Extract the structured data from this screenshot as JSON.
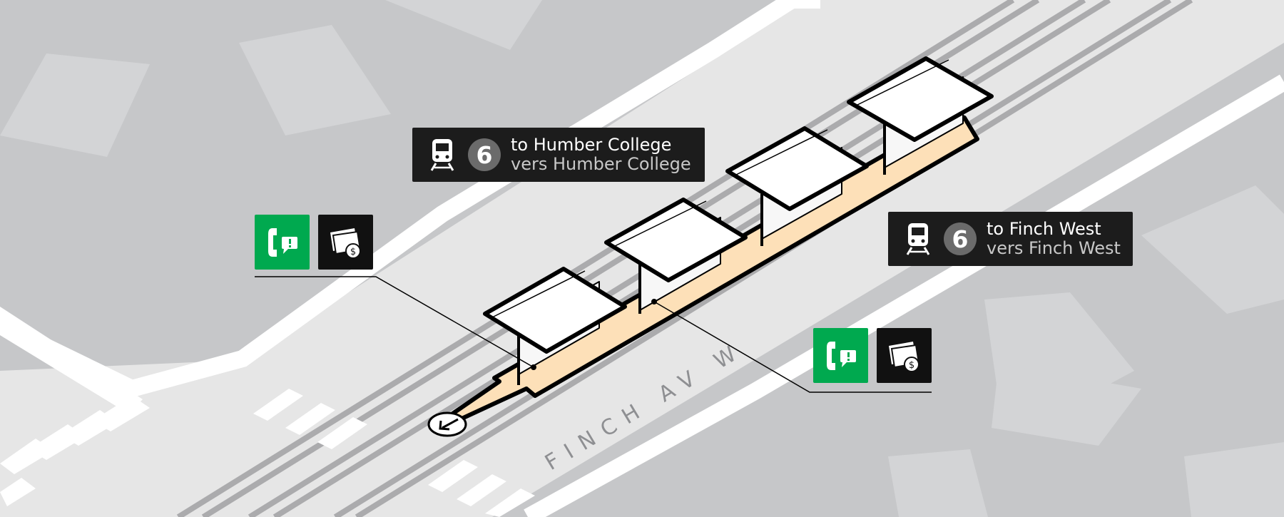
{
  "street": {
    "name": "FINCH AV W"
  },
  "signs": [
    {
      "icon": "train-icon",
      "route": "6",
      "to_en": "to Humber College",
      "to_fr": "vers Humber College"
    },
    {
      "icon": "train-icon",
      "route": "6",
      "to_en": "to Finch West",
      "to_fr": "vers Finch West"
    }
  ],
  "amenities": {
    "west": [
      "emergency-phone-icon",
      "fare-vending-icon"
    ],
    "east": [
      "emergency-phone-icon",
      "fare-vending-icon"
    ]
  },
  "entrance": {
    "icon": "entrance-arrow-icon"
  },
  "colors": {
    "background": "#c6c7c9",
    "road": "#e5e5e5",
    "platform": "#fde0b8",
    "emergency_phone": "#00a94f",
    "fare_machine": "#111111",
    "sign_background": "#1c1c1c",
    "route_badge": "#6b6b6b"
  }
}
